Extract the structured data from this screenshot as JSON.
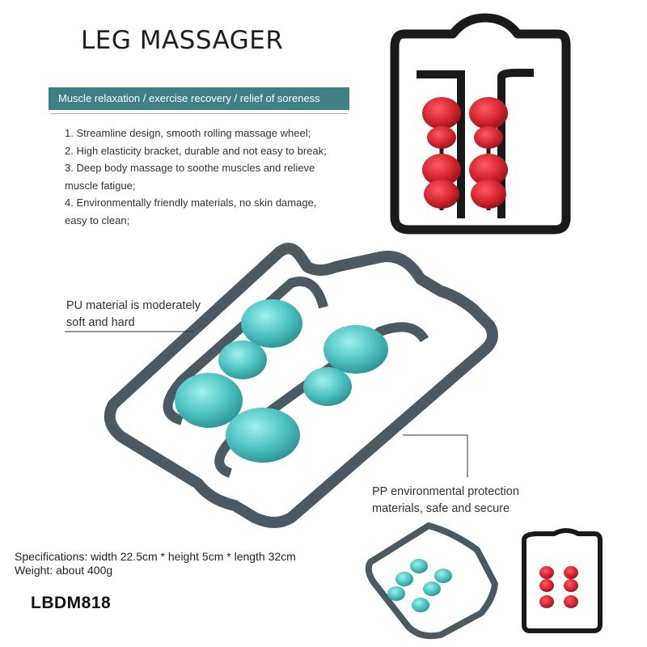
{
  "title": "LEG MASSAGER",
  "tagline": "Muscle relaxation / exercise recovery / relief of soreness",
  "features": [
    "1. Streamline design, smooth rolling massage wheel;",
    "2. High elasticity bracket, durable and not easy to break;",
    "3. Deep body massage to soothe muscles and relieve",
    "muscle fatigue;",
    "4. Environmentally friendly materials, no skin damage,",
    "easy to clean;"
  ],
  "callouts": {
    "pu": [
      "PU material is moderately",
      "soft and hard"
    ],
    "pp": [
      "PP environmental protection",
      "materials, safe and secure"
    ]
  },
  "specs": {
    "dimensions": "Specifications: width 22.5cm * height 5cm * length 32cm",
    "weight": "Weight: about 400g"
  },
  "model": "LBDM818",
  "colors": {
    "accent": "#3f7f86",
    "frame_black": "#1a1a1a",
    "frame_grey": "#4b5a62",
    "roller_red": "#d42430",
    "roller_teal": "#4fc4c2"
  }
}
